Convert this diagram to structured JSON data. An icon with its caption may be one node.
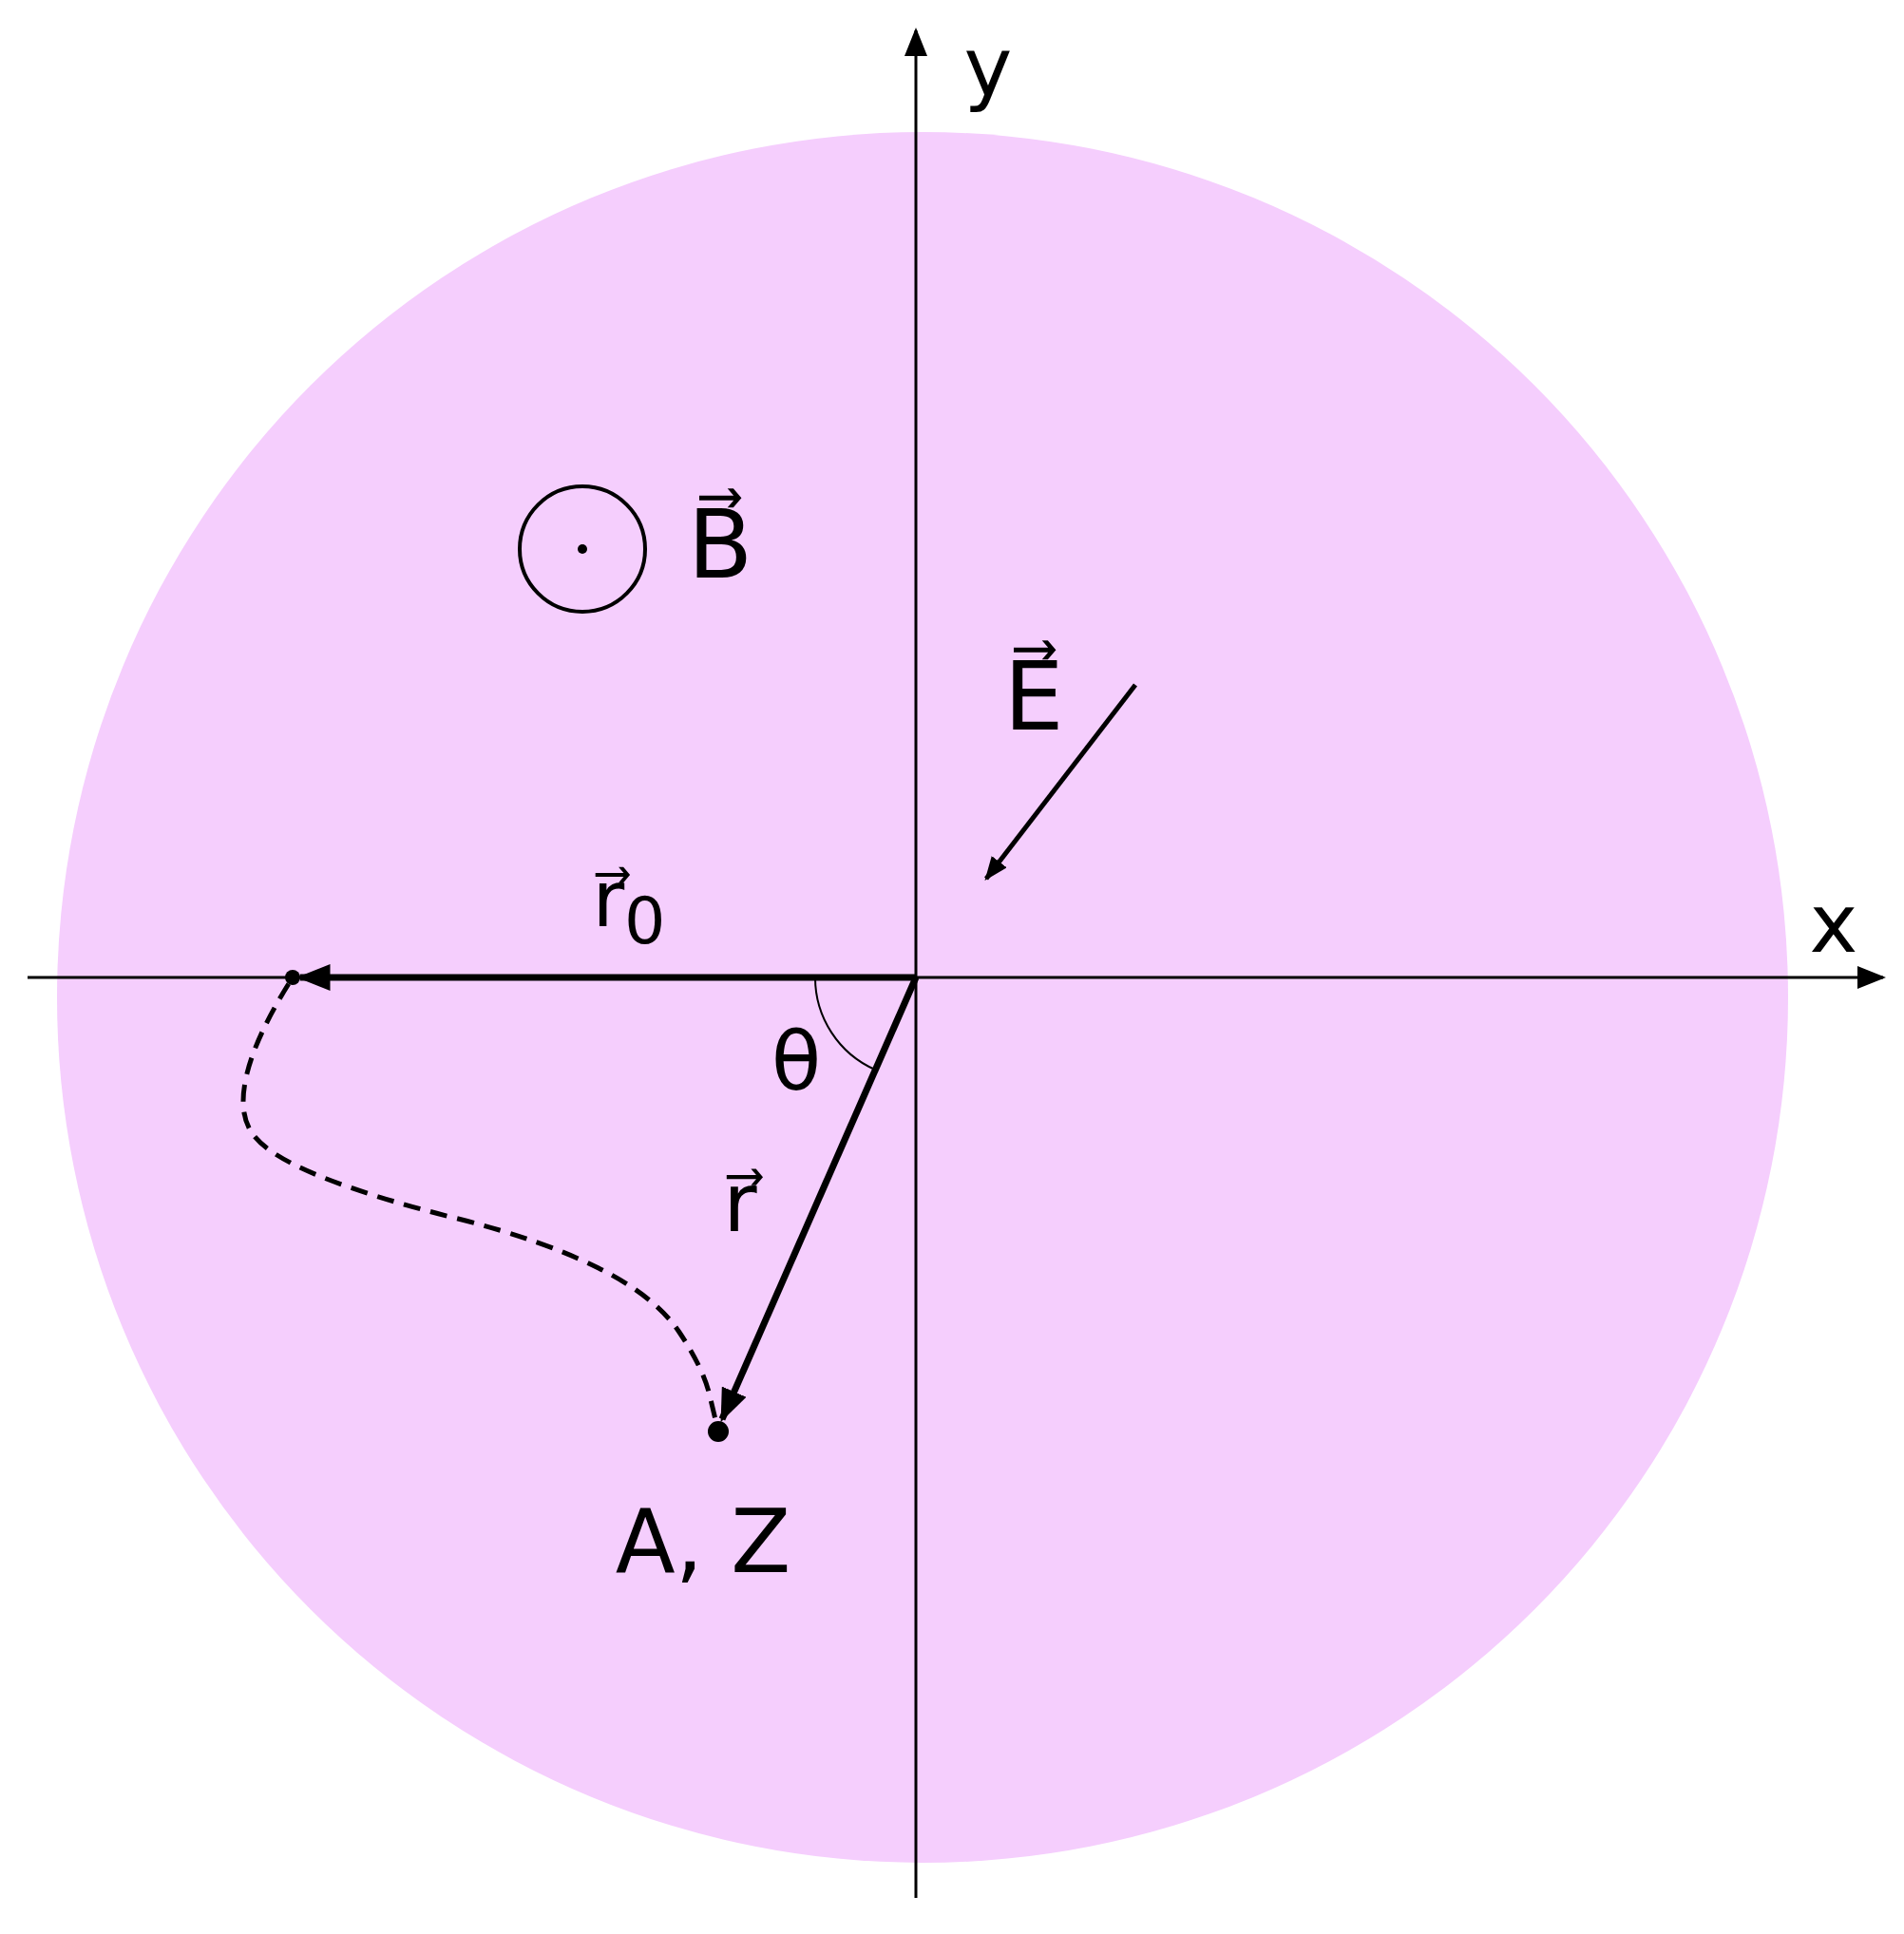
{
  "diagram": {
    "nodes": [
      {
        "text": [],
        "shape": "circle"
      },
      {
        "text": [],
        "shape": "circle",
        "beside": [
          "A, Z"
        ]
      }
    ],
    "edges": [
      {
        "from": 0,
        "to": 1,
        "arrow": "none",
        "style": "dashed"
      }
    ],
    "labels": [
      "y",
      "B⃗",
      "E⃗",
      "x",
      "r⃗$_{0}$",
      "θ",
      "r⃗"
    ]
  }
}
